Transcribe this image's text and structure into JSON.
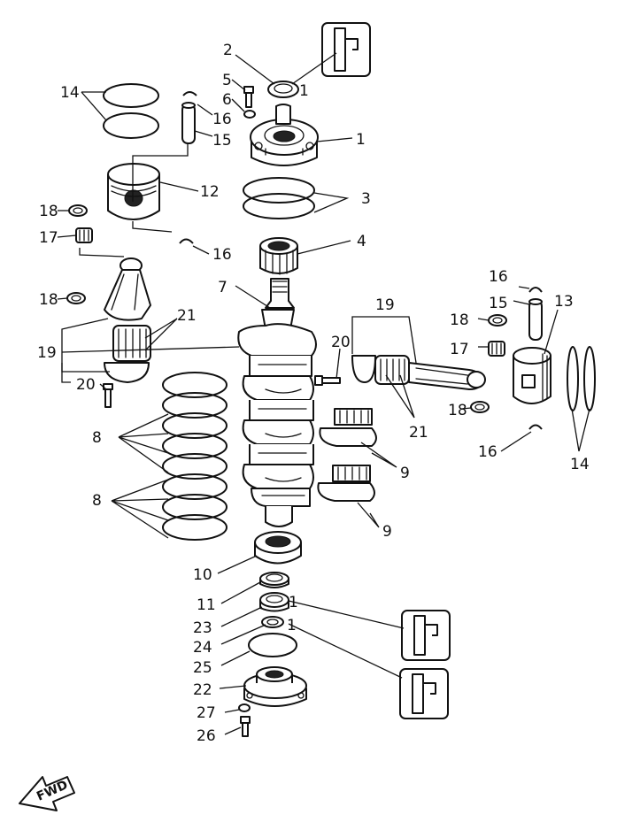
{
  "callouts": {
    "c1a": "1",
    "c1b": "1",
    "c1c": "1",
    "c1d": "1",
    "c2": "2",
    "c3": "3",
    "c4": "4",
    "c5": "5",
    "c6": "6",
    "c7": "7",
    "c8a": "8",
    "c8b": "8",
    "c9a": "9",
    "c9b": "9",
    "c10": "10",
    "c11": "11",
    "c12": "12",
    "c13": "13",
    "c14a": "14",
    "c14b": "14",
    "c15a": "15",
    "c15b": "15",
    "c16a": "16",
    "c16b": "16",
    "c16c": "16",
    "c16d": "16",
    "c17a": "17",
    "c17b": "17",
    "c18a": "18",
    "c18b": "18",
    "c18c": "18",
    "c18d": "18",
    "c19a": "19",
    "c19b": "19",
    "c20a": "20",
    "c20b": "20",
    "c21a": "21",
    "c21b": "21",
    "c22": "22",
    "c23": "23",
    "c24": "24",
    "c25": "25",
    "c26": "26",
    "c27": "27"
  },
  "fwd_label": "FWD",
  "icons": [
    "grease-tube-icon",
    "fwd-arrow-icon"
  ],
  "ink_color": "#111111",
  "paper_color": "#ffffff"
}
